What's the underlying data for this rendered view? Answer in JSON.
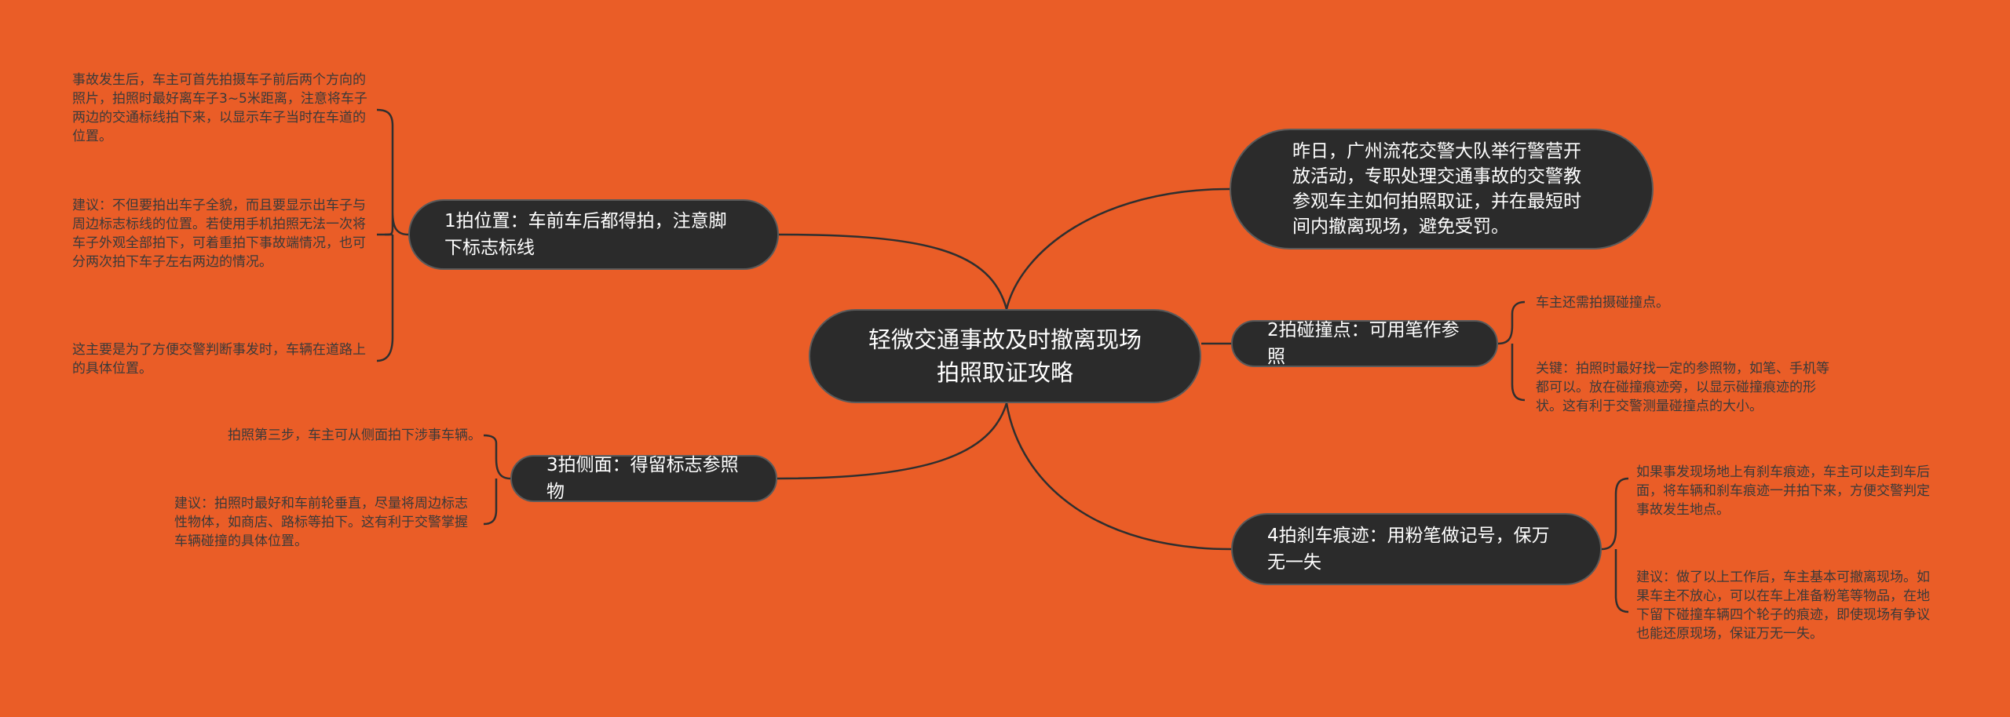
{
  "center": {
    "title": "轻微交通事故及时撤离现场 拍照取证攻略"
  },
  "branches": {
    "intro": "昨日，广州流花交警大队举行警营开放活动，专职处理交通事故的交警教参观车主如何拍照取证，并在最短时间内撤离现场，避免受罚。",
    "b1": {
      "label": "1拍位置：车前车后都得拍，注意脚下标志标线",
      "notes": [
        "事故发生后，车主可首先拍摄车子前后两个方向的照片，拍照时最好离车子3~5米距离，注意将车子两边的交通标线拍下来，以显示车子当时在车道的位置。",
        "建议：不但要拍出车子全貌，而且要显示出车子与周边标志标线的位置。若使用手机拍照无法一次将车子外观全部拍下，可着重拍下事故端情况，也可分两次拍下车子左右两边的情况。",
        "这主要是为了方便交警判断事发时，车辆在道路上的具体位置。"
      ]
    },
    "b2": {
      "label": "2拍碰撞点：可用笔作参照",
      "notes": [
        "车主还需拍摄碰撞点。",
        "关键：拍照时最好找一定的参照物，如笔、手机等都可以。放在碰撞痕迹旁，以显示碰撞痕迹的形状。这有利于交警测量碰撞点的大小。"
      ]
    },
    "b3": {
      "label": "3拍侧面：得留标志参照物",
      "notes": [
        "拍照第三步，车主可从侧面拍下涉事车辆。",
        "建议：拍照时最好和车前轮垂直，尽量将周边标志性物体，如商店、路标等拍下。这有利于交警掌握车辆碰撞的具体位置。"
      ]
    },
    "b4": {
      "label": "4拍刹车痕迹：用粉笔做记号，保万无一失",
      "notes": [
        "如果事发现场地上有刹车痕迹，车主可以走到车后面，将车辆和刹车痕迹一并拍下来，方便交警判定事故发生地点。",
        "建议：做了以上工作后，车主基本可撤离现场。如果车主不放心，可以在车上准备粉笔等物品，在地下留下碰撞车辆四个轮子的痕迹，即使现场有争议也能还原现场，保证万无一失。"
      ]
    }
  },
  "colors": {
    "background": "#ea5d27",
    "node": "#2b2b2b",
    "line": "#2f2f2f",
    "note_text": "#3a3a3a"
  }
}
